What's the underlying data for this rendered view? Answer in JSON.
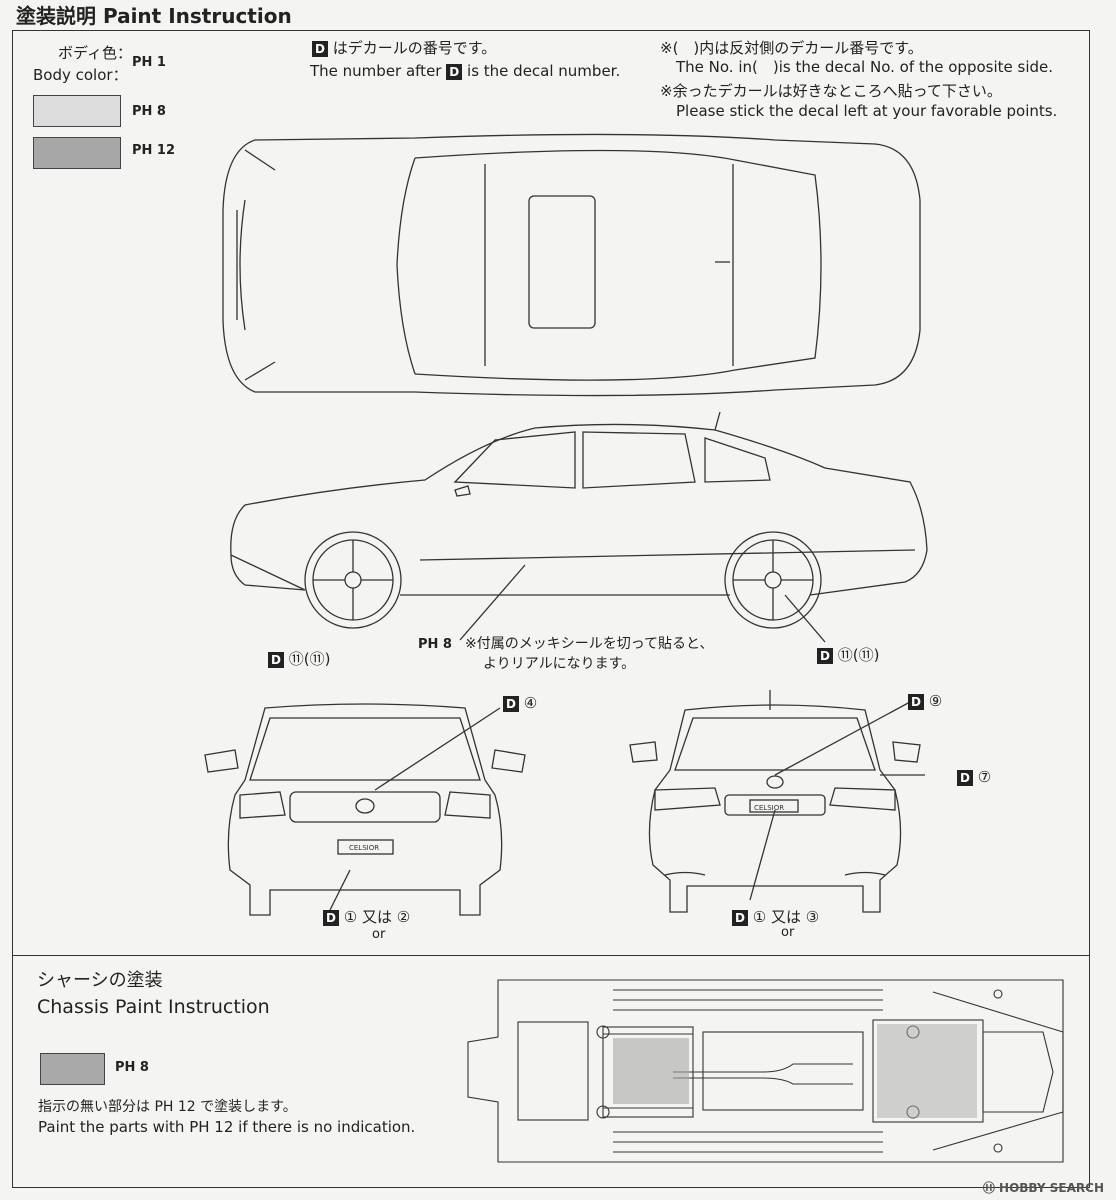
{
  "header": {
    "title": "塗装説明 Paint Instruction"
  },
  "body_color": {
    "label_jp": "ボディ色：",
    "label_en": "Body color：",
    "code_main": "PH 1",
    "swatches": [
      {
        "code": "PH 8",
        "color": "#dcdcdc"
      },
      {
        "code": "PH 12",
        "color": "#a7a7a7"
      }
    ]
  },
  "notes": {
    "decal_jp": "はデカールの番号です。",
    "decal_en_1": "The number after",
    "decal_en_2": "is the decal number.",
    "opp_jp": "※(　)内は反対側のデカール番号です。",
    "opp_en": "The No. in(　)is the decal No. of the opposite side.",
    "left_jp": "※余ったデカールは好きなところへ貼って下さい。",
    "left_en": "Please stick the decal left at your favorable points."
  },
  "callouts": {
    "d_box": "D",
    "side_left": "⑪(⑪)",
    "side_right": "⑪(⑪)",
    "ph8": "PH 8",
    "chrome_jp_1": "※付属のメッキシールを切って貼ると、",
    "chrome_jp_2": "よりリアルになります。",
    "front_top": "④",
    "front_bottom": "① 又は ②",
    "front_or": "or",
    "rear_top": "⑨",
    "rear_right": "⑦",
    "rear_bottom": "① 又は ③",
    "rear_or": "or",
    "badge": "CELSIOR"
  },
  "chassis": {
    "title_jp": "シャーシの塗装",
    "title_en": "Chassis Paint Instruction",
    "swatch_code": "PH 8",
    "swatch_color": "#a9a9a9",
    "note_jp": "指示の無い部分は PH 12 で塗装します。",
    "note_en": "Paint the parts with PH 12 if there is no indication."
  },
  "watermark": "Ⓗ HOBBY SEARCH"
}
